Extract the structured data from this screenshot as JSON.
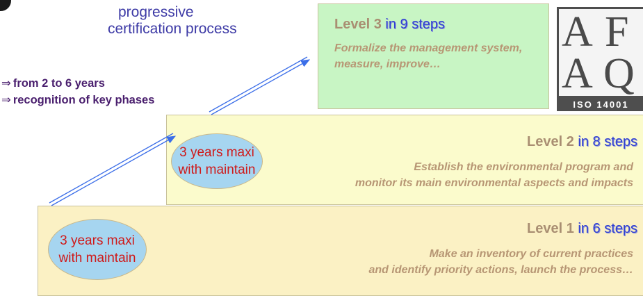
{
  "heading": {
    "line1": "progressive",
    "line2": "certification process"
  },
  "bullets": [
    {
      "arrow": "⇒",
      "text": "from 2 to 6 years"
    },
    {
      "arrow": "⇒",
      "text": "recognition of key phases"
    }
  ],
  "levels": {
    "level3": {
      "title": "Level 3",
      "steps": "in 9 steps",
      "description": "Formalize the management system, measure, improve…"
    },
    "level2": {
      "title": "Level 2",
      "steps": "in 8 steps",
      "description_line1": "Establish the environmental program and",
      "description_line2": "monitor  its main environmental aspects and impacts"
    },
    "level1": {
      "title": "Level 1",
      "steps": "in 6 steps",
      "description_line1": "Make an inventory of current practices",
      "description_line2": "and identify priority actions, launch the process…"
    }
  },
  "ellipses": {
    "upper": {
      "line1": "3 years maxi",
      "line2": "with maintain"
    },
    "lower": {
      "line1": "3 years maxi",
      "line2": "with maintain"
    }
  },
  "logo": {
    "letters": [
      "A",
      "F",
      "A",
      "Q"
    ],
    "iso": "ISO 14001"
  },
  "colors": {
    "level3_bg": "#c8f5c4",
    "level2_bg": "#fbfbcc",
    "level1_bg": "#fbf1c4",
    "ellipse_bg": "#a6d5f0",
    "ellipse_text": "#cf1a1a",
    "steps_text": "#2f3fd2",
    "title_text": "#a98e72",
    "bullet_text": "#4a1f6e",
    "heading_text": "#3d3aa6"
  }
}
